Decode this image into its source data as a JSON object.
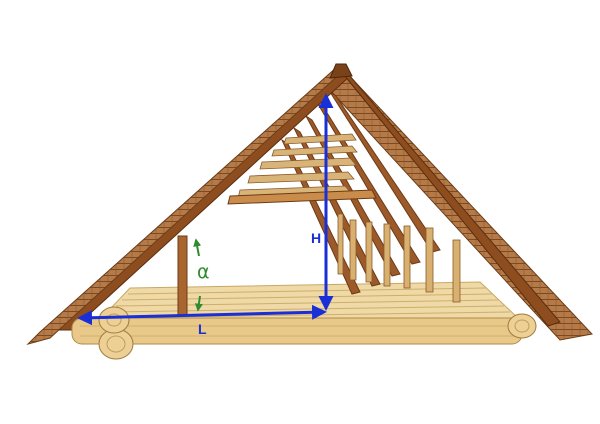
{
  "labels": {
    "height": "H",
    "length": "L",
    "angle": "α"
  },
  "colors": {
    "dimension_arrows": "#1a2fd6",
    "angle_marker": "#2e8b2e",
    "rafter": "#8b4a1e",
    "rafter_dark": "#5e2f10",
    "roof_sheathing": "#a0673a",
    "log": "#e8c98a",
    "floor_board": "#e9cf96"
  }
}
